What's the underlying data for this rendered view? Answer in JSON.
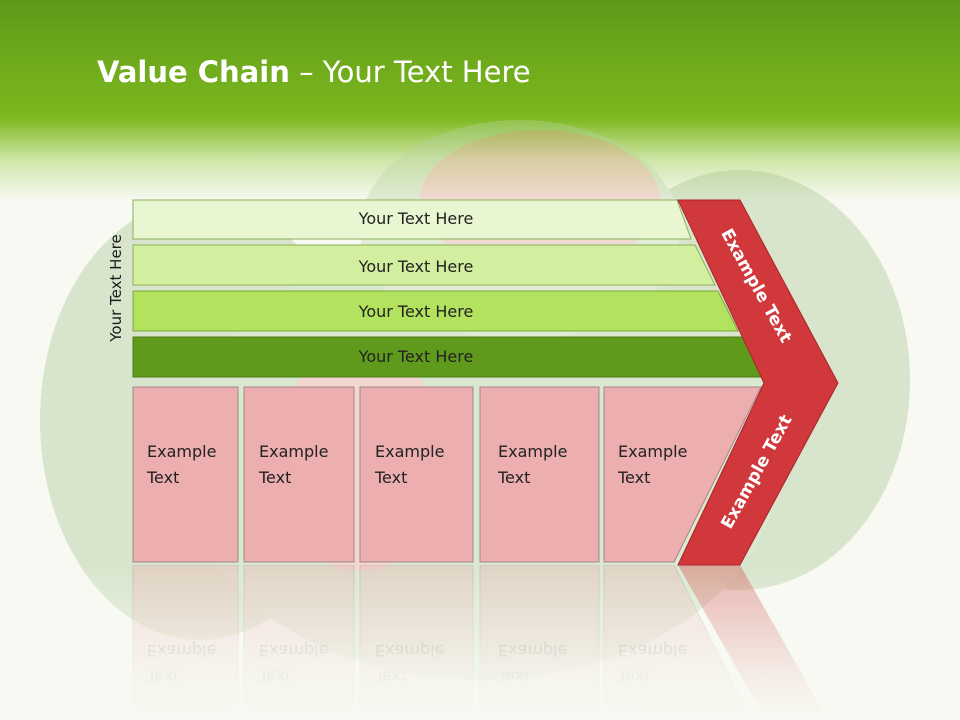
{
  "title": {
    "bold": "Value Chain",
    "rest": " – Your Text Here"
  },
  "side_label": "Your Text Here",
  "bands": [
    {
      "label": "Your Text Here",
      "color": "#e9f6d2"
    },
    {
      "label": "Your Text Here",
      "color": "#d2ee9f"
    },
    {
      "label": "Your Text Here",
      "color": "#b3e25f"
    },
    {
      "label": "Your Text Here",
      "color": "#5f9a1d"
    }
  ],
  "cells": [
    {
      "line1": "Example",
      "line2": "Text"
    },
    {
      "line1": "Example",
      "line2": "Text"
    },
    {
      "line1": "Example",
      "line2": "Text"
    },
    {
      "line1": "Example",
      "line2": "Text"
    },
    {
      "line1": "Example",
      "line2": "Text"
    }
  ],
  "arrow": {
    "top_label": "Example Text",
    "bottom_label": "Example Text"
  },
  "colors": {
    "cell_fill": "#ecaeae",
    "arrow_fill": "#d0383b",
    "header_green": "#7db81f"
  }
}
